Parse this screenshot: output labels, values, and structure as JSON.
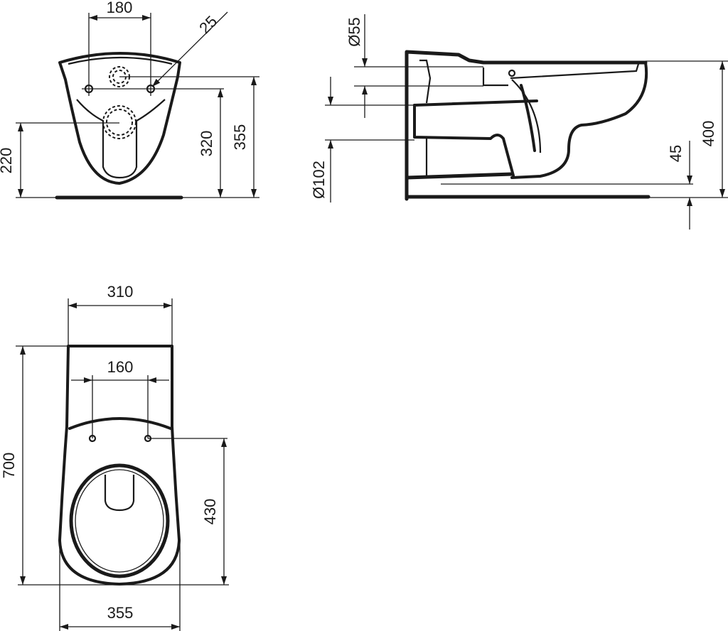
{
  "title": "Wall-hung toilet dimension drawing",
  "colors": {
    "line": "#1a1a1a",
    "background": "#ffffff"
  },
  "views": {
    "front": {
      "label": "front-view",
      "dimensions": {
        "fixing_spacing": "180",
        "inlet_diameter": "25",
        "outlet_height": "220",
        "fixing_height": "320",
        "inlet_height": "355"
      }
    },
    "side": {
      "label": "side-view",
      "dimensions": {
        "inlet_diameter": "Ø55",
        "outlet_diameter": "Ø102",
        "rim_height": "400",
        "base_clearance": "45"
      }
    },
    "top": {
      "label": "top-view",
      "dimensions": {
        "back_width": "310",
        "seat_fixing_spacing": "160",
        "length": "700",
        "fixing_to_front": "430",
        "bowl_width": "355"
      }
    }
  }
}
